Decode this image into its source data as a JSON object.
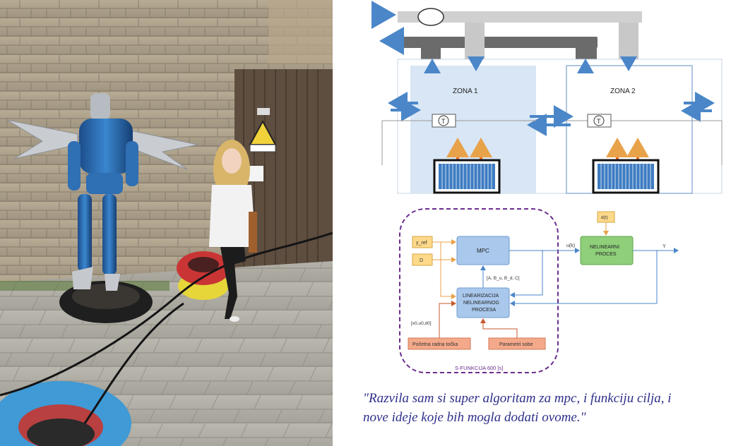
{
  "zones": {
    "zone1": "ZONA 1",
    "zone2": "ZONA 2",
    "sensor": "T"
  },
  "block_diagram": {
    "input_ref": "y_ref",
    "input_d": "D",
    "mpc": "MPC",
    "process_line1": "NELINEARNI",
    "process_line2": "PROCES",
    "disturbance": "d(t)",
    "control_signal": "u(k)",
    "output": "Y",
    "matrices": "[A, B_u, B_d, C]",
    "linearization_line1": "LINEARIZACIJA",
    "linearization_line2": "NELINEARNOG",
    "linearization_line3": "PROCESA",
    "initial_state": "[x0,u0,d0]",
    "operating_point": "Početna radna točka",
    "room_params": "Parametri sobe",
    "sfunction": "S-FUNKCIJA 600 [s]"
  },
  "quote": {
    "line1": "\"Razvila sam si super algoritam za mpc, i funkciju cilja, i",
    "line2": "nove ideje koje bih mogla dodati ovome.\""
  },
  "colors": {
    "arrow_blue": "#4a86c8",
    "heat_orange": "#f07020",
    "mpc_fill": "#a9c8ec",
    "process_fill": "#8fcf7a",
    "input_fill": "#fdd98a",
    "param_fill": "#f4a98a",
    "sfunction_border": "#6b2d8e",
    "quote_text": "#2e2f8a"
  }
}
